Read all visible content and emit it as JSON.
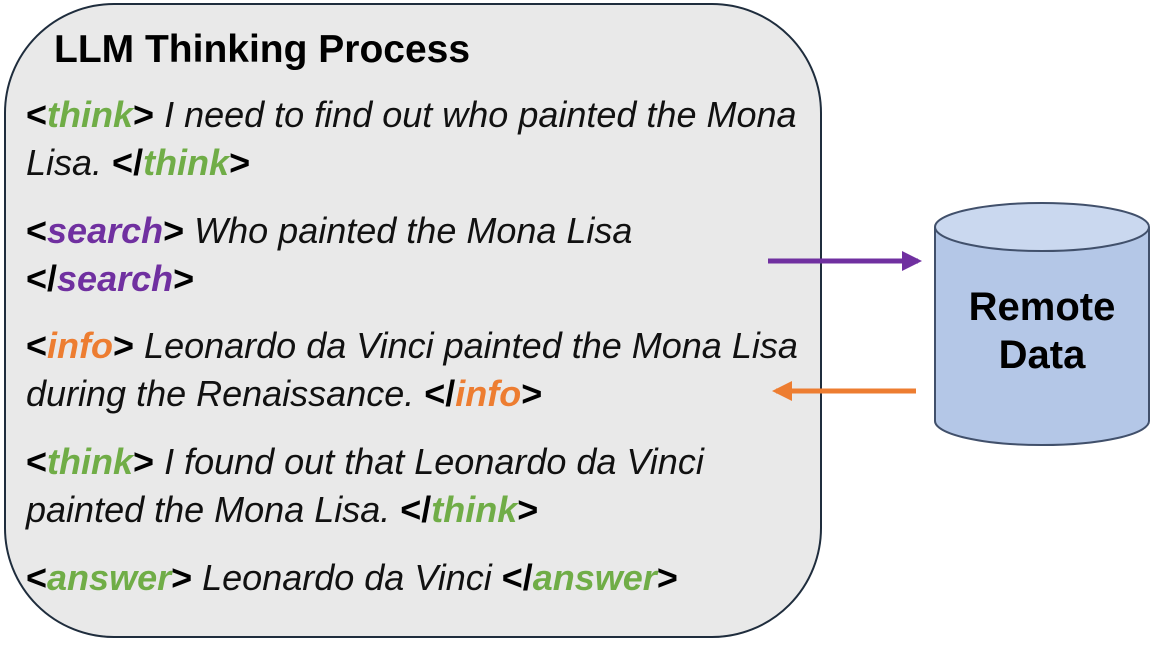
{
  "title": "LLM Thinking Process",
  "colors": {
    "think": "#70ad47",
    "search": "#7030a0",
    "info": "#ed7d31",
    "answer": "#70ad47",
    "panel_fill": "#e9e9e9",
    "database_fill": "#b4c7e7",
    "database_stroke": "#41506b"
  },
  "blocks": [
    {
      "tag": "think",
      "text": " I need to find out who painted the Mona Lisa. "
    },
    {
      "tag": "search",
      "text": " Who painted the Mona Lisa "
    },
    {
      "tag": "info",
      "text": " Leonardo da Vinci painted the Mona Lisa during the Renaissance. "
    },
    {
      "tag": "think",
      "text": " I found out that Leonardo da Vinci painted the Mona Lisa. "
    },
    {
      "tag": "answer",
      "text": " Leonardo da Vinci "
    }
  ],
  "database": {
    "line1": "Remote",
    "line2": "Data",
    "icon": "database-icon"
  },
  "arrows": [
    {
      "name": "search-arrow",
      "direction": "to-database",
      "color": "#7030a0"
    },
    {
      "name": "info-arrow",
      "direction": "from-database",
      "color": "#ed7d31"
    }
  ]
}
